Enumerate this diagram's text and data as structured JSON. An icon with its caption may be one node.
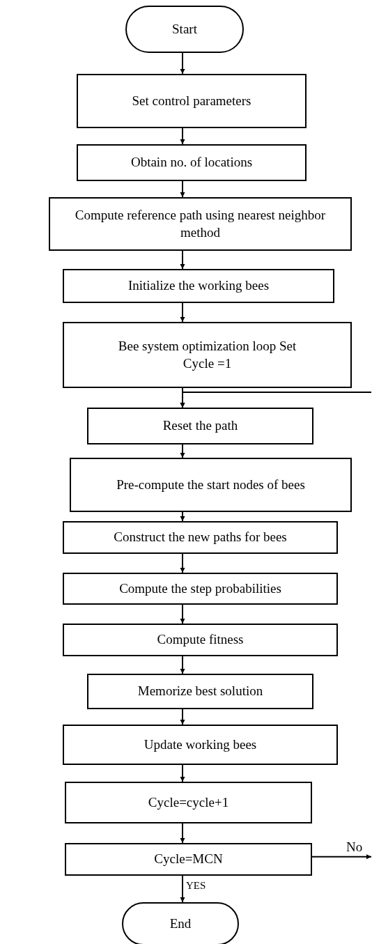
{
  "diagram": {
    "nodes": [
      {
        "text": [
          "Start"
        ]
      },
      {
        "text": [
          "Set control parameters"
        ]
      },
      {
        "text": [
          "Obtain no. of locations"
        ]
      },
      {
        "text": [
          "Compute reference path using nearest neighbor method"
        ]
      },
      {
        "text": [
          "Initialize the working bees"
        ]
      },
      {
        "text": [
          "Bee system optimization loop Set Cycle =1"
        ]
      },
      {
        "text": [
          "Reset the path"
        ]
      },
      {
        "text": [
          "Pre-compute the start nodes of bees"
        ]
      },
      {
        "text": [
          "Construct the new paths for bees"
        ]
      },
      {
        "text": [
          "Compute the step probabilities"
        ]
      },
      {
        "text": [
          "Compute fitness"
        ]
      },
      {
        "text": [
          "Memorize best solution"
        ]
      },
      {
        "text": [
          "Update working bees"
        ]
      },
      {
        "text": [
          "Cycle=cycle+1"
        ]
      },
      {
        "text": [
          "Cycle=MCN"
        ]
      },
      {
        "text": [
          "End"
        ]
      }
    ],
    "edges": [
      {
        "from": 0,
        "to": 1,
        "arrow": "to"
      },
      {
        "from": 1,
        "to": 2,
        "arrow": "to"
      },
      {
        "from": 2,
        "to": 3,
        "arrow": "to"
      },
      {
        "from": 3,
        "to": 4,
        "arrow": "to"
      },
      {
        "from": 4,
        "to": 5,
        "arrow": "to"
      },
      {
        "from": 5,
        "to": 6,
        "arrow": "to"
      },
      {
        "from": 6,
        "to": 7,
        "arrow": "to"
      },
      {
        "from": 7,
        "to": 8,
        "arrow": "to"
      },
      {
        "from": 8,
        "to": 9,
        "arrow": "to"
      },
      {
        "from": 9,
        "to": 10,
        "arrow": "to"
      },
      {
        "from": 10,
        "to": 11,
        "arrow": "to"
      },
      {
        "from": 11,
        "to": 12,
        "arrow": "to"
      },
      {
        "from": 12,
        "to": 13,
        "arrow": "to"
      },
      {
        "from": 13,
        "to": 14,
        "arrow": "to"
      },
      {
        "from": 14,
        "to": 15,
        "label": "YES",
        "arrow": "to"
      },
      {
        "from": 14,
        "to": null,
        "label": "No",
        "arrow": "to"
      },
      {
        "from": null,
        "to": 6,
        "arrow": "to"
      }
    ]
  }
}
